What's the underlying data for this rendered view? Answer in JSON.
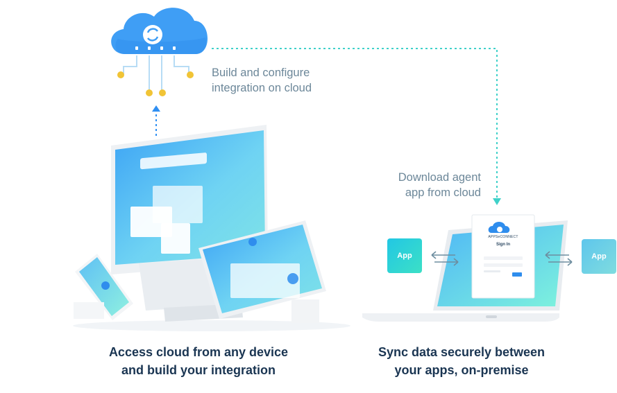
{
  "cloud_step": {
    "text_line1": "Build and configure",
    "text_line2": "integration on cloud"
  },
  "agent_step": {
    "text_line1": "Download agent",
    "text_line2": "app from cloud"
  },
  "left_caption": {
    "line1": "Access cloud from any device",
    "line2": "and build your integration"
  },
  "right_caption": {
    "line1": "Sync data securely between",
    "line2": "your apps, on-premise"
  },
  "apps": {
    "left_label": "App",
    "right_label": "App"
  },
  "signin_card": {
    "brand": "APPSeCONNECT",
    "title": "Sign In"
  },
  "colors": {
    "cloud": "#3f9ef5",
    "accent_teal": "#3fd1c9",
    "arrow_blue": "#2f8ff2",
    "caption": "#1a3552",
    "node_gold": "#f1c436"
  },
  "icons": [
    "cloud-icon",
    "sync-icon",
    "swap-arrows-icon",
    "dotted-arrow"
  ]
}
